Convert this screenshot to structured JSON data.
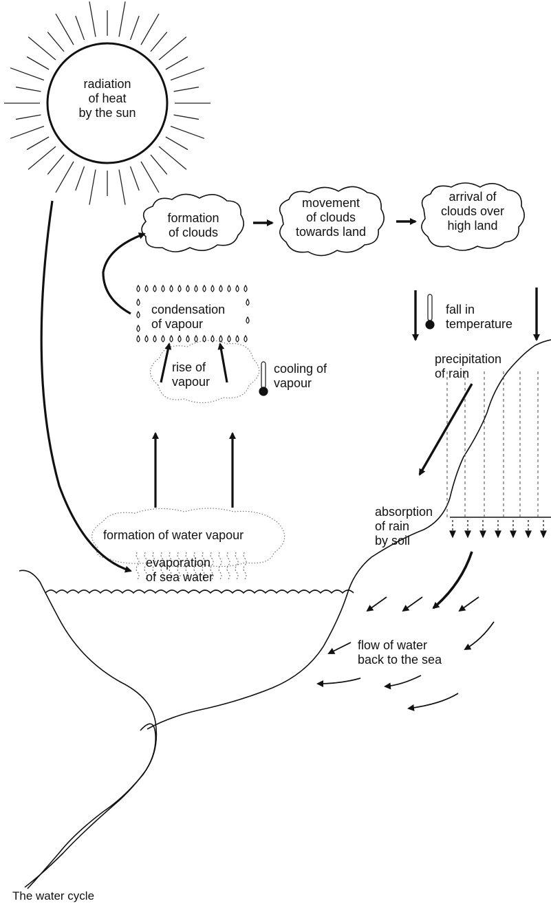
{
  "labels": {
    "sun": "radiation\nof heat\nby the sun",
    "clouds_form": "formation\nof clouds",
    "clouds_move": "movement\nof clouds\ntowards land",
    "clouds_arrive": "arrival of\nclouds over\nhigh land",
    "condensation": "condensation\nof vapour",
    "temp_fall": "fall in\ntemperature",
    "precipitation": "precipitation\nof rain",
    "rise": "rise of\nvapour",
    "cooling": "cooling of\nvapour",
    "absorption": "absorption\nof rain\nby soil",
    "vapour_form": "formation of water vapour",
    "evaporation": "evaporation\nof sea water",
    "flow": "flow of water\nback to the sea"
  },
  "caption": "The water cycle"
}
